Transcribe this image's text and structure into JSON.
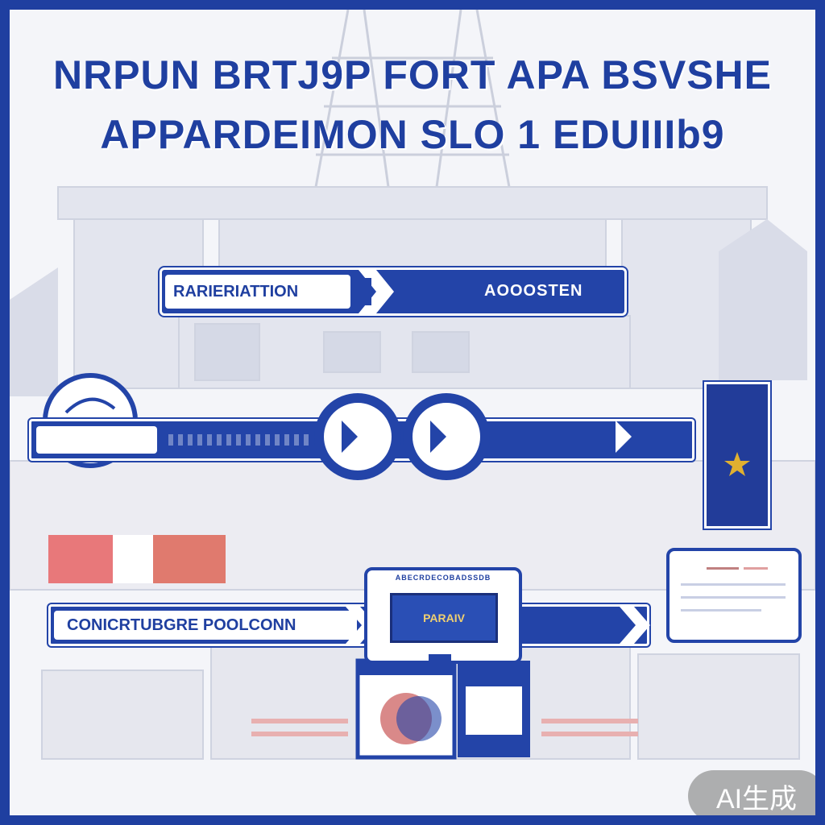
{
  "headline": {
    "line1": "NRPUN BRTJ9P FORT APA BSVSHE",
    "line2": "APPARDEIMON SLO 1 EDUIIIb9"
  },
  "top_bar": {
    "left_label": "RARIERIATTION",
    "right_label": "AOOOSTEN"
  },
  "bottom_bar": {
    "left_label": "CONICRTUBGRE POOLCONN"
  },
  "monitor": {
    "top_text": "ABECRDECOBADSSDB",
    "screen_text": "PARAIV"
  },
  "badge": {
    "text": "AI生成"
  },
  "icons": {
    "banner_star": "star-icon",
    "arrow": "chevron-right-icon",
    "clock": "clock-icon"
  },
  "colors": {
    "primary": "#1f3fa0",
    "accent": "#2344a8",
    "gold": "#e0b030"
  }
}
